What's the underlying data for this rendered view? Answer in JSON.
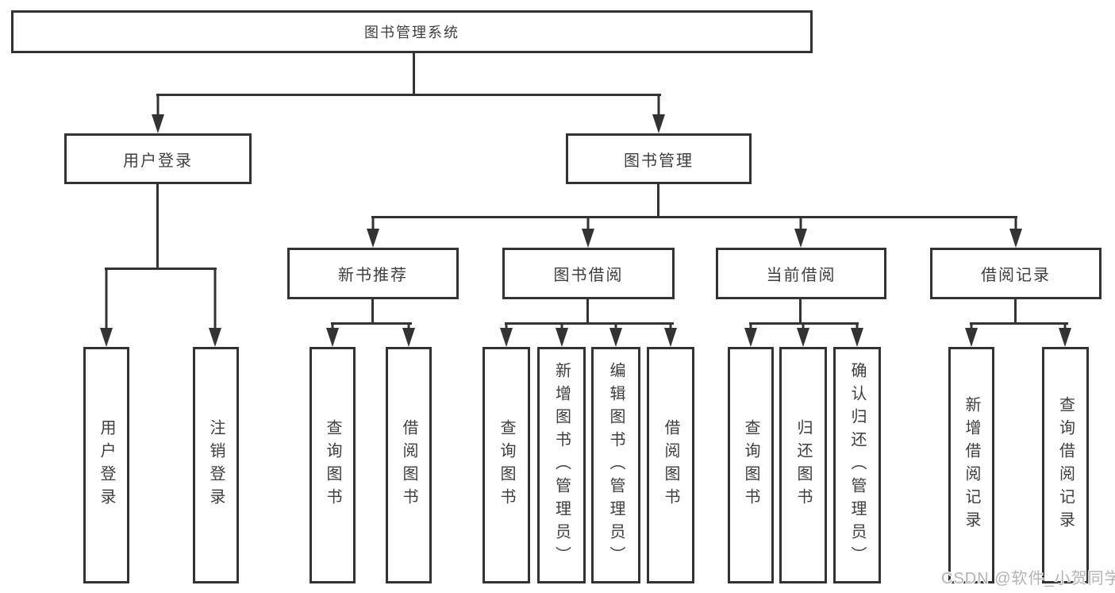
{
  "tree": {
    "root": {
      "label": "图书管理系统"
    },
    "user_login": {
      "label": "用户登录",
      "children": [
        {
          "label": "用户登录"
        },
        {
          "label": "注销登录"
        }
      ]
    },
    "book_management": {
      "label": "图书管理",
      "children": [
        {
          "label": "新书推荐",
          "children": [
            {
              "label": "查询图书"
            },
            {
              "label": "借阅图书"
            }
          ]
        },
        {
          "label": "图书借阅",
          "children": [
            {
              "label": "查询图书"
            },
            {
              "label": "新增图书（管理员）"
            },
            {
              "label": "编辑图书（管理员）"
            },
            {
              "label": "借阅图书"
            }
          ]
        },
        {
          "label": "当前借阅",
          "children": [
            {
              "label": "查询图书"
            },
            {
              "label": "归还图书"
            },
            {
              "label": "确认归还（管理员）"
            }
          ]
        },
        {
          "label": "借阅记录",
          "children": [
            {
              "label": "新增借阅记录"
            },
            {
              "label": "查询借阅记录"
            }
          ]
        }
      ]
    }
  },
  "watermark": {
    "text": "CSDN @软件_小贺同学"
  },
  "colors": {
    "line": "#333333",
    "text": "#3e3e3e",
    "wm": "#b3b3b3",
    "bg": "#ffffff"
  }
}
